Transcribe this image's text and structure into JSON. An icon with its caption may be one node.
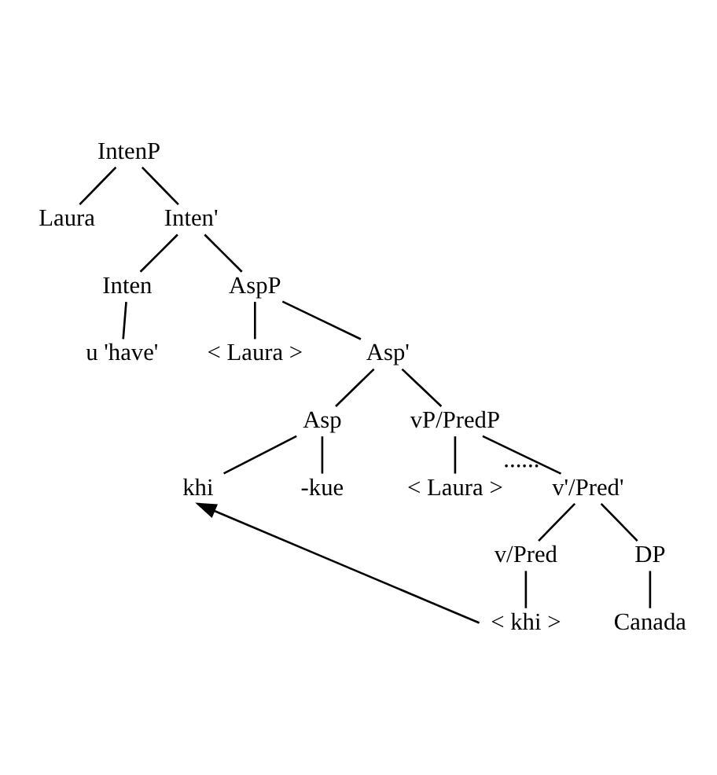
{
  "diagram": {
    "nodes": [
      {
        "text": [
          "IntenP"
        ]
      },
      {
        "text": [
          "Laura"
        ]
      },
      {
        "text": [
          "Inten'"
        ]
      },
      {
        "text": [
          "Inten"
        ]
      },
      {
        "text": [
          "AspP"
        ]
      },
      {
        "text": [
          "u 'have'"
        ]
      },
      {
        "text": [
          "< Laura >"
        ]
      },
      {
        "text": [
          "Asp'"
        ]
      },
      {
        "text": [
          "Asp"
        ]
      },
      {
        "text": [
          "vP/PredP"
        ]
      },
      {
        "text": [
          "khi"
        ]
      },
      {
        "text": [
          "-kue"
        ]
      },
      {
        "text": [
          "< Laura >"
        ]
      },
      {
        "text": [
          "v'/Pred'"
        ],
        "beside": [
          "......"
        ]
      },
      {
        "text": [
          "v/Pred"
        ]
      },
      {
        "text": [
          "DP"
        ]
      },
      {
        "text": [
          "< khi >"
        ]
      },
      {
        "text": [
          "Canada"
        ]
      }
    ],
    "edges": [
      {
        "from": 0,
        "to": 1,
        "arrow": "none"
      },
      {
        "from": 0,
        "to": 2,
        "arrow": "none"
      },
      {
        "from": 2,
        "to": 3,
        "arrow": "none"
      },
      {
        "from": 2,
        "to": 4,
        "arrow": "none"
      },
      {
        "from": 3,
        "to": 5,
        "arrow": "none"
      },
      {
        "from": 4,
        "to": 6,
        "arrow": "none"
      },
      {
        "from": 4,
        "to": 7,
        "arrow": "none"
      },
      {
        "from": 7,
        "to": 8,
        "arrow": "none"
      },
      {
        "from": 7,
        "to": 9,
        "arrow": "none"
      },
      {
        "from": 8,
        "to": 10,
        "arrow": "none"
      },
      {
        "from": 8,
        "to": 11,
        "arrow": "none"
      },
      {
        "from": 9,
        "to": 12,
        "arrow": "none"
      },
      {
        "from": 9,
        "to": 13,
        "arrow": "none"
      },
      {
        "from": 13,
        "to": 14,
        "arrow": "none"
      },
      {
        "from": 13,
        "to": 15,
        "arrow": "none"
      },
      {
        "from": 14,
        "to": 16,
        "arrow": "none"
      },
      {
        "from": 15,
        "to": 17,
        "arrow": "none"
      },
      {
        "from": 16,
        "to": 10,
        "arrow": "to"
      }
    ]
  }
}
